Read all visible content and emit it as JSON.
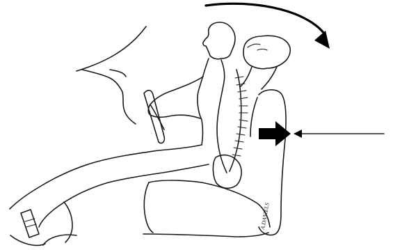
{
  "figure": {
    "type": "line-drawing",
    "subject": "whiplash-seated-driver",
    "signature_text": "A.DANIELS",
    "colors": {
      "ink": "#1a1a1a",
      "arrow": "#000000",
      "background": "#ffffff"
    }
  },
  "icons": {
    "rotation_arrow": "curved-arrow-icon",
    "impact_arrow": "bold-arrow-icon",
    "force_line": "thin-arrow-icon"
  }
}
